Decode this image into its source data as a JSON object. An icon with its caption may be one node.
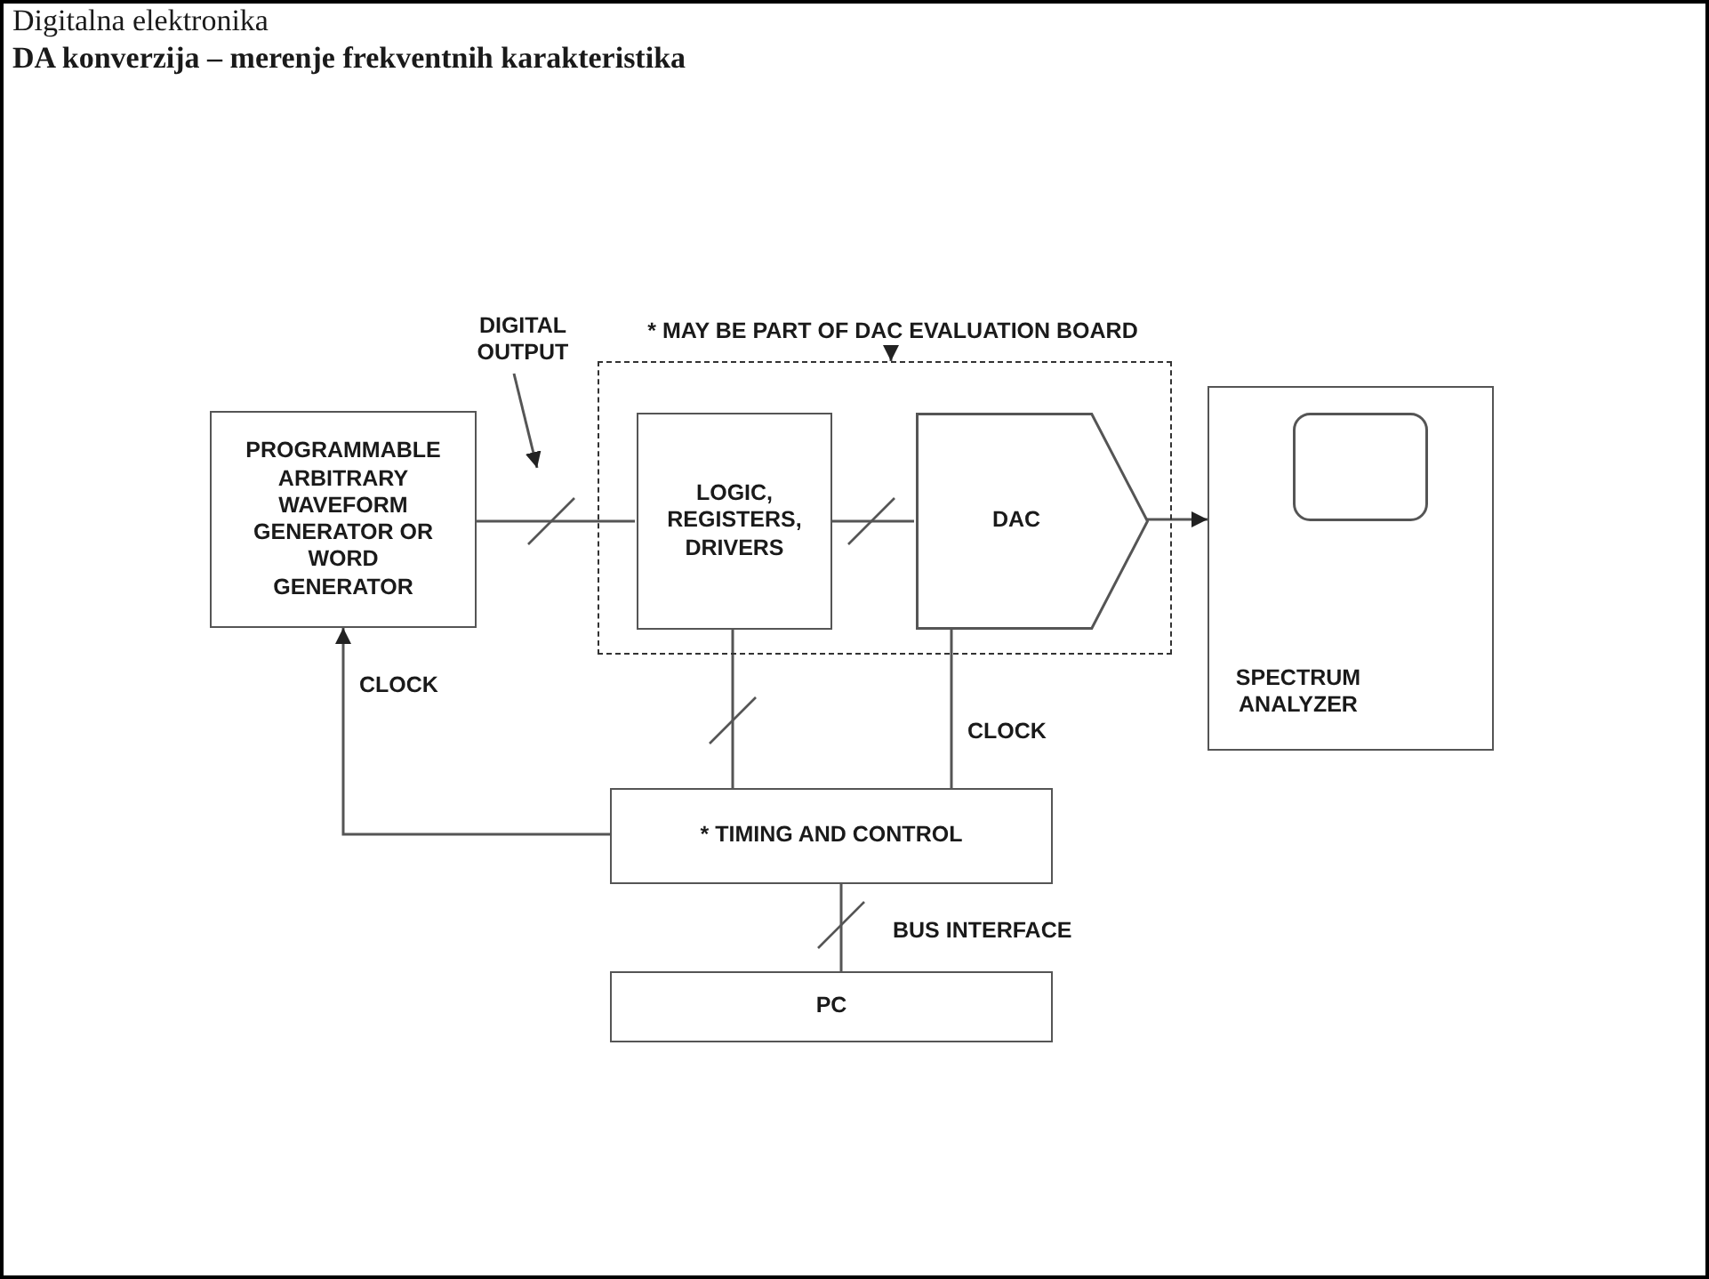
{
  "diagram": {
    "title": "DA konverzija – merenje frekventnih karakteristika",
    "nodes": [
      {
        "text": [
          "PROGRAMMABLE ARBITRARY WAVEFORM GENERATOR OR WORD GENERATOR"
        ]
      },
      {
        "text": [
          "* MAY BE PART OF DAC EVALUATION BOARD"
        ]
      },
      {
        "text": [],
        "shape": "box"
      },
      {
        "text": [
          "LOGIC, REGISTERS, DRIVERS"
        ],
        "in": 2
      },
      {
        "text": [
          "DAC"
        ],
        "in": 2
      },
      {
        "text": [
          "SPECTRUM ANALYZER"
        ]
      },
      {
        "text": [
          "DIGITAL OUTPUT"
        ]
      },
      {
        "text": [
          "* TIMING AND CONTROL"
        ]
      },
      {
        "text": [
          "PC"
        ]
      }
    ],
    "edges": [
      {
        "from": 0,
        "to": 3,
        "arrow": "none"
      },
      {
        "from": 3,
        "to": 4,
        "arrow": "none"
      },
      {
        "from": 4,
        "to": 5,
        "arrow": "to"
      },
      {
        "from": 7,
        "to": 0,
        "arrow": "to",
        "label": "CLOCK"
      },
      {
        "from": 3,
        "to": 7,
        "arrow": "none"
      },
      {
        "from": 4,
        "to": 7,
        "arrow": "none",
        "label": "CLOCK"
      },
      {
        "from": 7,
        "to": 8,
        "arrow": "none",
        "label": "BUS INTERFACE"
      },
      {
        "from": 1,
        "to": 2,
        "arrow": "to"
      },
      {
        "from": 6,
        "to": null,
        "arrow": "to"
      }
    ],
    "labels": [
      "Digitalna elektronika"
    ]
  }
}
